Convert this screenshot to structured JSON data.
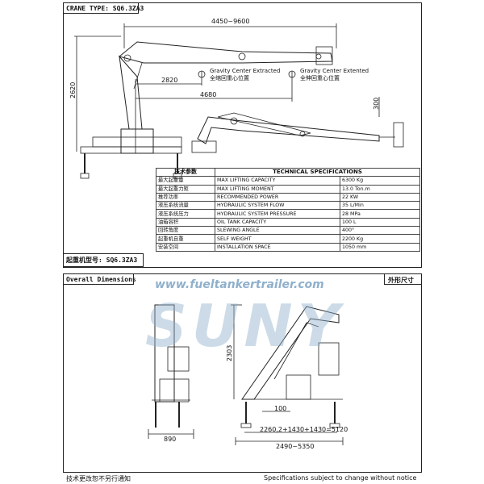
{
  "top_panel": {
    "crane_type_label": "CRANE TYPE: SQ6.3ZA3",
    "model_label_cn": "起重机型号: SQ6.3ZA3",
    "dims": {
      "reach": "4450~9600",
      "height": "2620",
      "gc_x1": "2820",
      "gc_x2": "4680",
      "hook_offset": "300"
    },
    "gravity_extracted_en": "Gravity Center Extracted",
    "gravity_extracted_cn": "全缩回重心位置",
    "gravity_extended_en": "Gravity Center Extented",
    "gravity_extended_cn": "全伸回重心位置"
  },
  "spec_table": {
    "header_cn": "技术参数",
    "header_en": "TECHNICAL SPECIFICATIONS",
    "rows": [
      {
        "cn": "最大起重量",
        "en": "MAX LIFTING CAPACITY",
        "value": "6300 Kg"
      },
      {
        "cn": "最大起重力矩",
        "en": "MAX LIFTING MOMENT",
        "value": "13.0 Ton.m"
      },
      {
        "cn": "推荐功率",
        "en": "RECOMMENDED POWER",
        "value": "22 KW"
      },
      {
        "cn": "液压系统流量",
        "en": "HYDRAULIC SYSTEM FLOW",
        "value": "35 L/Min"
      },
      {
        "cn": "液压系统压力",
        "en": "HYDRAULIC SYSTEM PRESSURE",
        "value": "28 MPa"
      },
      {
        "cn": "油箱容积",
        "en": "OIL TANK CAPACITY",
        "value": "100 L"
      },
      {
        "cn": "回转角度",
        "en": "SLEWING ANGLE",
        "value": "400°"
      },
      {
        "cn": "起重机自重",
        "en": "SELF WEIGHT",
        "value": "2200 Kg"
      },
      {
        "cn": "安装空间",
        "en": "INSTALLATION SPACE",
        "value": "1050 mm"
      }
    ]
  },
  "bottom_panel": {
    "title_en": "Overall Dimensions",
    "title_cn": "外形尺寸",
    "dims": {
      "side_height": "2303",
      "front_width": "890",
      "foot": "100",
      "span1": "2260,2+1430+1430=5120",
      "span2": "2490~5350"
    }
  },
  "watermark": {
    "url": "www.fueltankertrailer.com",
    "brand": "SUNY"
  },
  "footer": {
    "note_cn": "技术更改恕不另行通知",
    "note_en": "Specifications subject to change without notice"
  }
}
